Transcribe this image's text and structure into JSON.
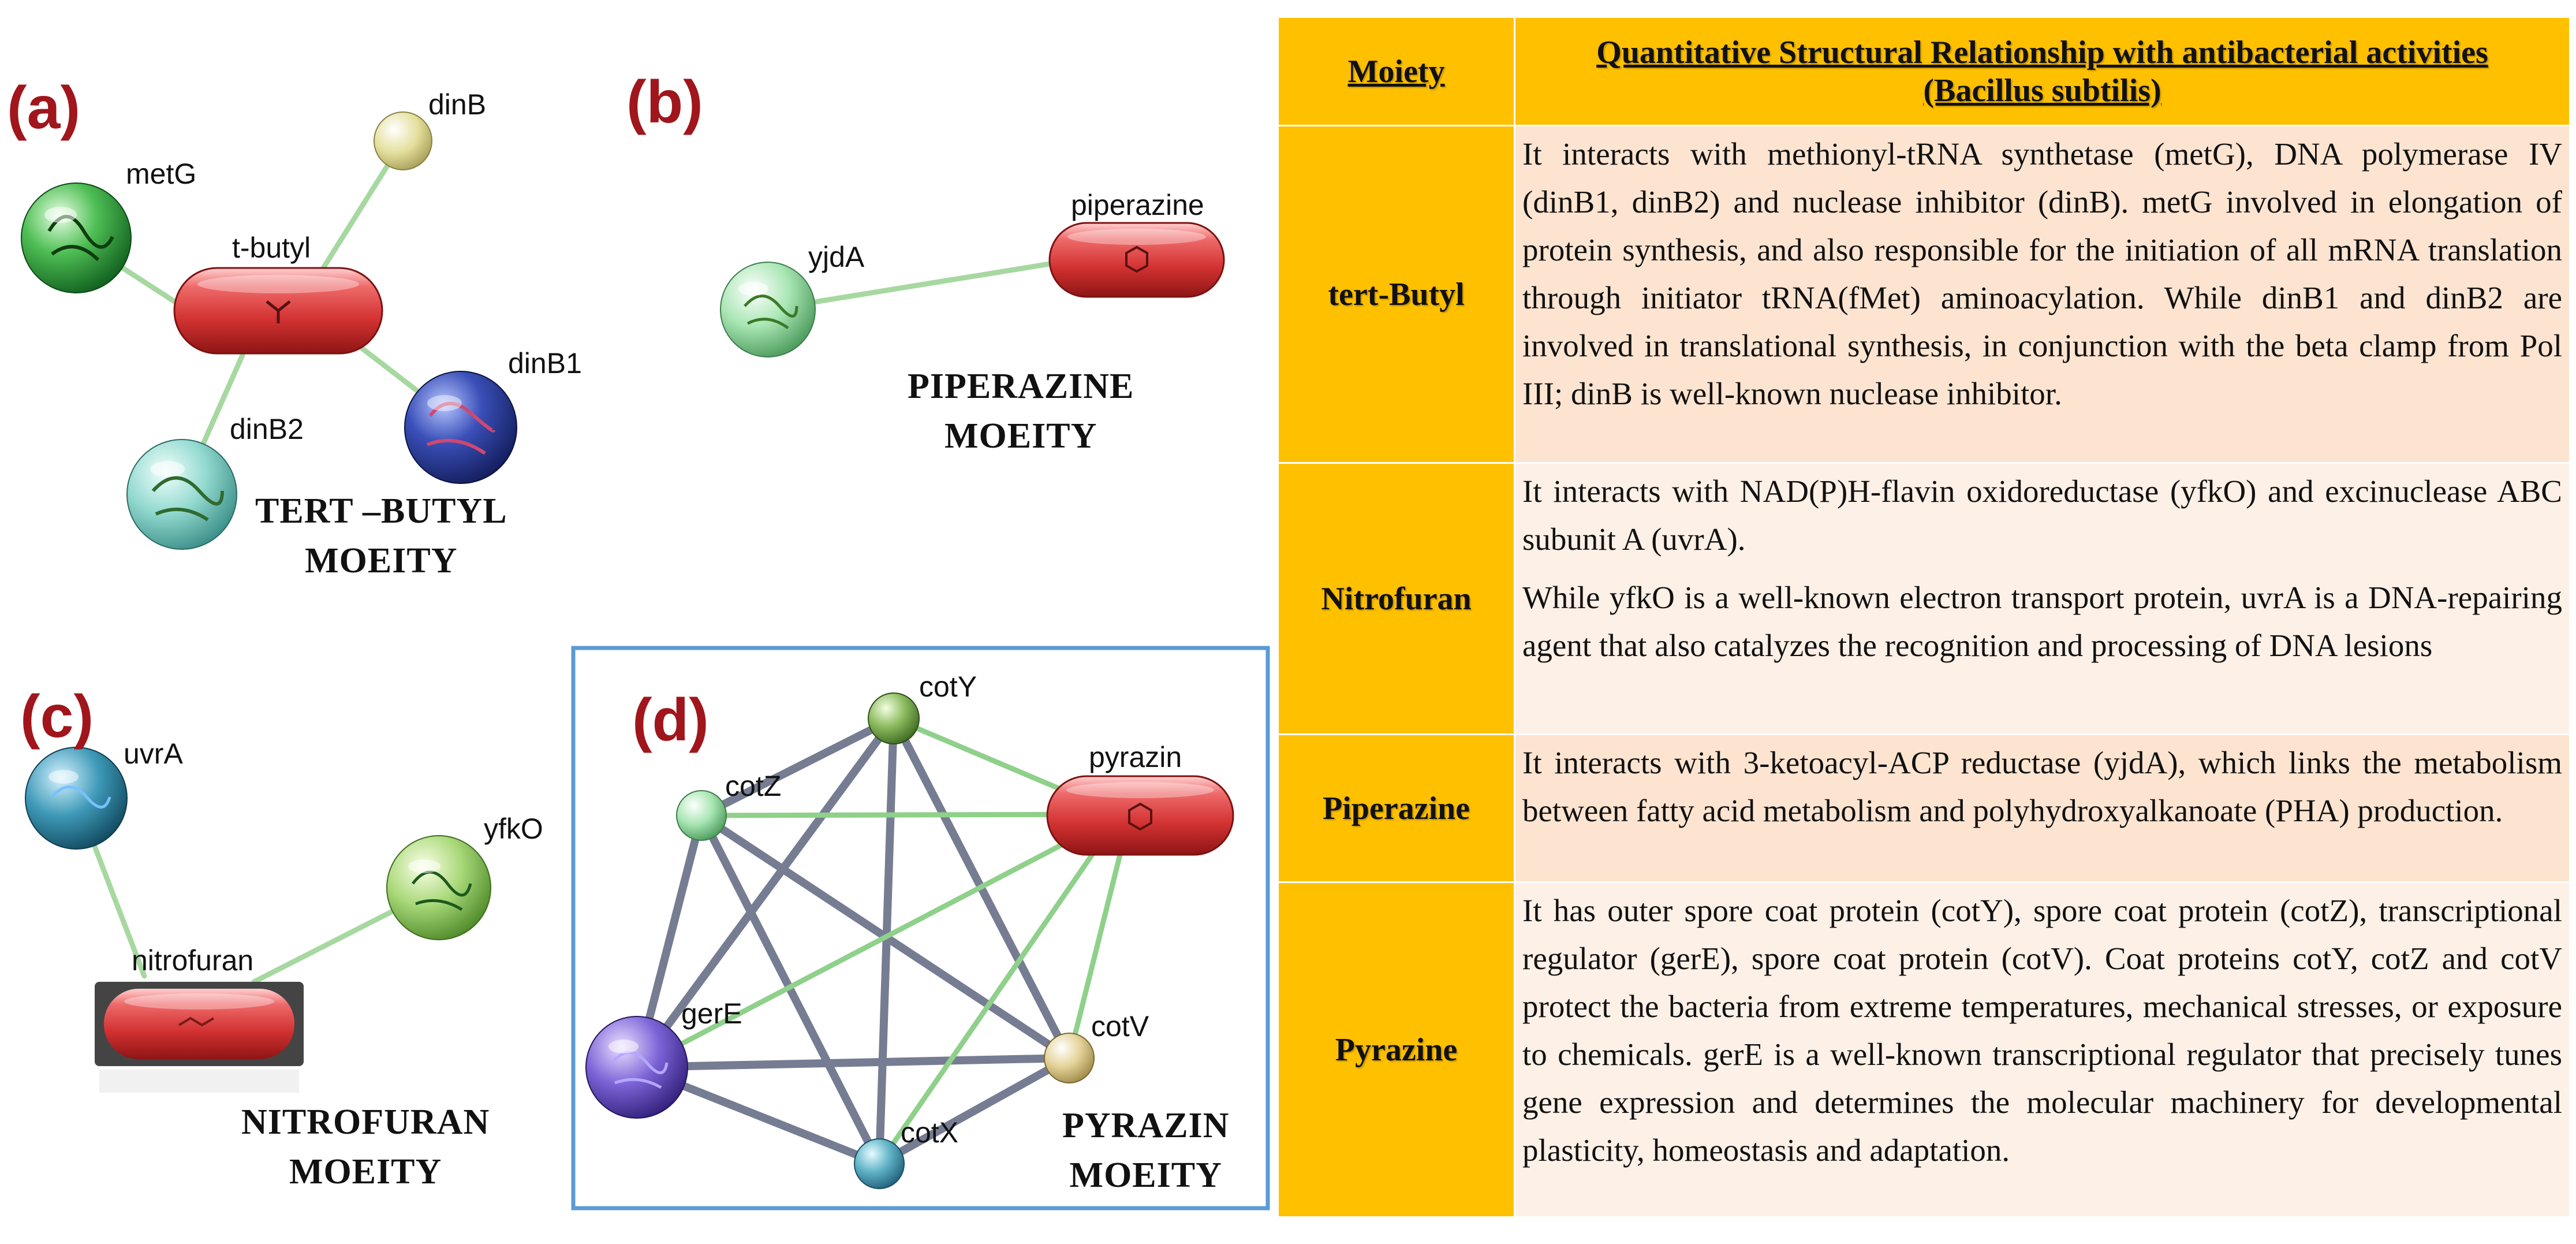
{
  "panels": {
    "a": {
      "label": "(a)",
      "title_line1": "TERT –BUTYL",
      "title_line2": "MOEITY",
      "nodes": {
        "center": "t-butyl",
        "n1": "metG",
        "n2": "dinB",
        "n3": "dinB1",
        "n4": "dinB2"
      }
    },
    "b": {
      "label": "(b)",
      "title_line1": "PIPERAZINE",
      "title_line2": "MOEITY",
      "nodes": {
        "center": "piperazine",
        "n1": "yjdA"
      }
    },
    "c": {
      "label": "(c)",
      "title_line1": "NITROFURAN",
      "title_line2": "MOEITY",
      "nodes": {
        "center": "nitrofuran",
        "n1": "uvrA",
        "n2": "yfkO"
      }
    },
    "d": {
      "label": "(d)",
      "title_line1": "PYRAZIN",
      "title_line2": "MOEITY",
      "nodes": {
        "center": "pyrazin",
        "n1": "cotY",
        "n2": "cotZ",
        "n3": "gerE",
        "n4": "cotV",
        "n5": "cotX"
      }
    }
  },
  "colors": {
    "drug_capsule": "#d93a3a",
    "edge_drug": "#9fd49a",
    "edge_protein": "#59607a",
    "panel_d_border": "#5b9bd5",
    "panel_label": "#a0161c",
    "table_header": "#ffc000",
    "table_cell": "#fce4d0"
  },
  "table": {
    "header_moiety": "Moiety",
    "header_relation_line1": "Quantitative Structural Relationship with antibacterial activities",
    "header_relation_line2": "(Bacillus subtilis)",
    "rows": [
      {
        "moiety": "tert-Butyl",
        "paragraphs": [
          "It interacts with methionyl-tRNA synthetase (metG), DNA polymerase IV (dinB1, dinB2) and nuclease inhibitor (dinB). metG involved in elongation of protein synthesis, and also responsible for the initiation of all mRNA translation through initiator tRNA(fMet) aminoacylation. While dinB1 and dinB2 are involved in translational synthesis, in conjunction with the beta clamp from Pol III; dinB is well-known nuclease inhibitor."
        ]
      },
      {
        "moiety": "Nitrofuran",
        "paragraphs": [
          "It interacts with NAD(P)H-flavin oxidoreductase (yfkO) and excinuclease ABC subunit A (uvrA).",
          "While yfkO is a well-known electron transport protein, uvrA is a DNA-repairing agent that also catalyzes the recognition and processing of DNA lesions"
        ]
      },
      {
        "moiety": "Piperazine",
        "paragraphs": [
          "It interacts with 3-ketoacyl-ACP reductase (yjdA), which links the metabolism between fatty acid metabolism and polyhydroxyalkanoate (PHA) production."
        ]
      },
      {
        "moiety": "Pyrazine",
        "paragraphs": [
          "It has outer spore coat protein (cotY), spore coat protein (cotZ), transcriptional regulator (gerE), spore coat protein (cotV). Coat proteins cotY, cotZ and cotV protect the bacteria from extreme temperatures, mechanical stresses, or exposure to chemicals. gerE is a well-known transcriptional regulator that precisely tunes gene expression and determines the molecular machinery for developmental plasticity, homeostasis and adaptation."
        ]
      }
    ]
  }
}
